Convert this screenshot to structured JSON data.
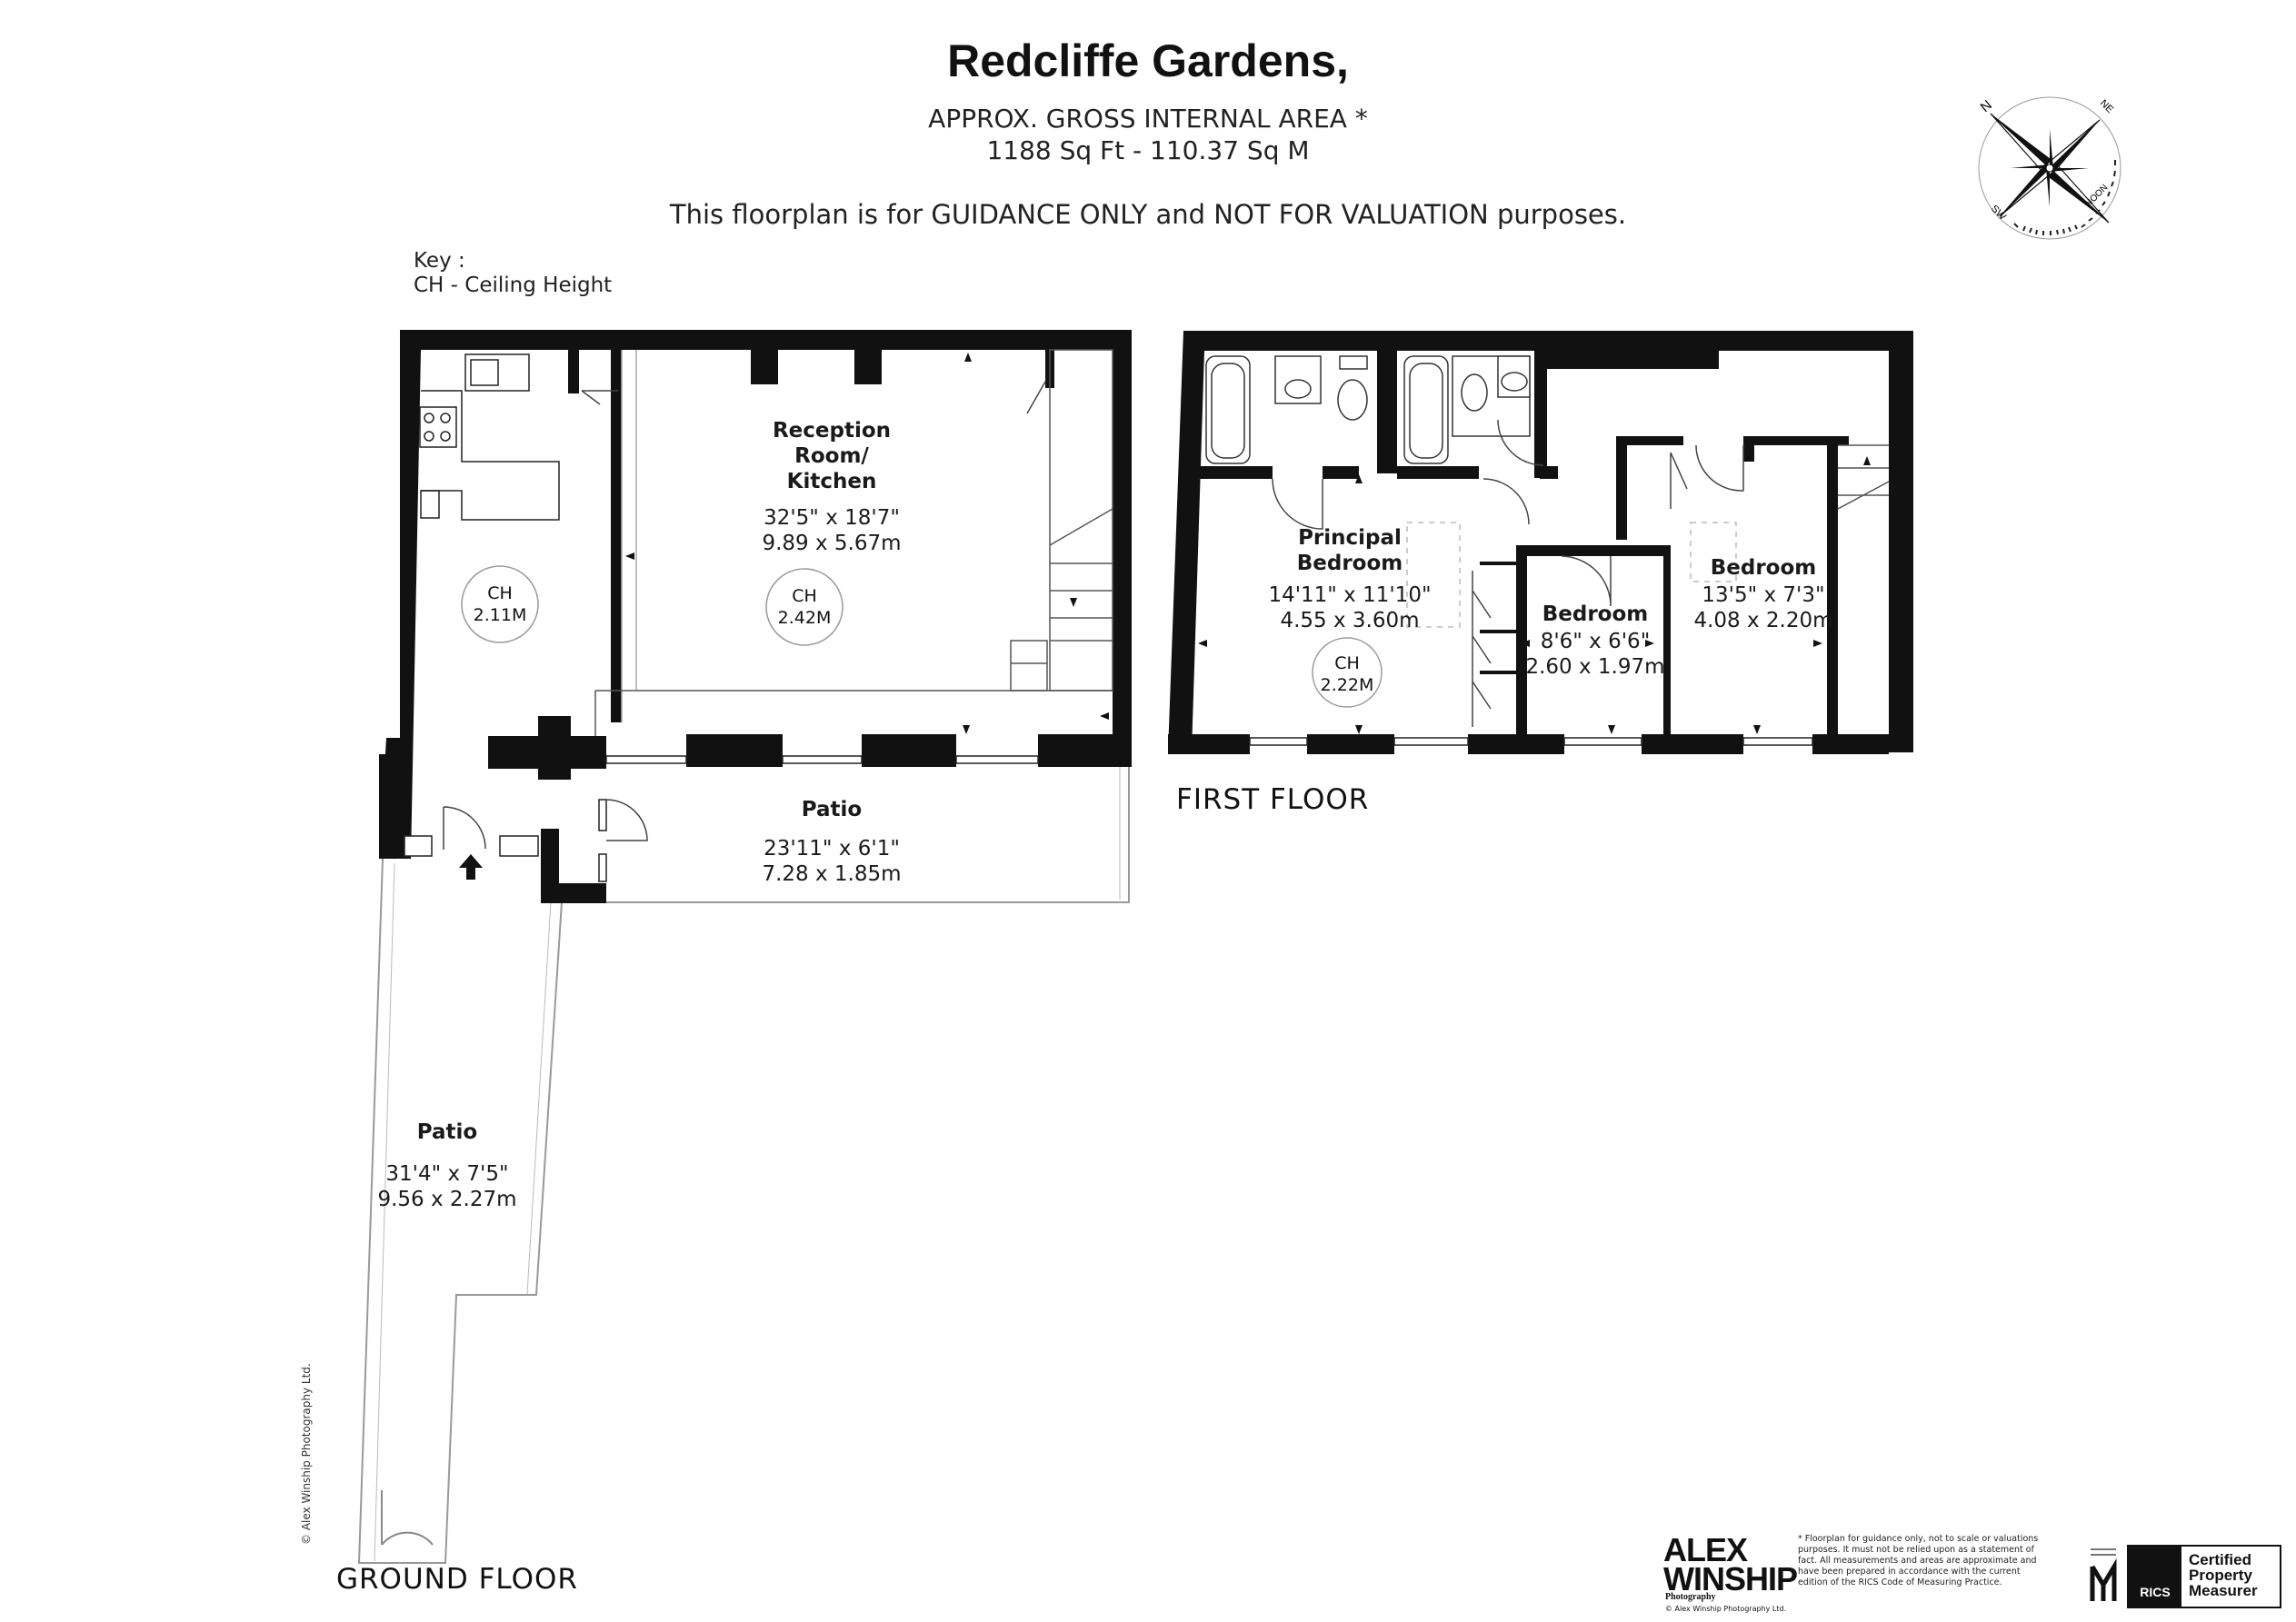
{
  "title": "Redcliffe Gardens,",
  "area": {
    "heading": "APPROX. GROSS INTERNAL  AREA *",
    "value": "1188 Sq Ft  -  110.37 Sq M"
  },
  "notice": "This floorplan is for GUIDANCE ONLY and NOT FOR VALUATION purposes.",
  "key": {
    "heading": "Key :",
    "item": "CH - Ceiling Height"
  },
  "ground_floor": {
    "label": "GROUND FLOOR",
    "reception": {
      "name_line1": "Reception",
      "name_line2": "Room/",
      "name_line3": "Kitchen",
      "imperial": "32'5\" x 18'7\"",
      "metric": "9.89 x 5.67m",
      "ch_label": "CH",
      "ch_value": "2.42M"
    },
    "kitchen_ch": {
      "label": "CH",
      "value": "2.11M"
    },
    "patio_front": {
      "name": "Patio",
      "imperial": "23'11\" x 6'1\"",
      "metric": "7.28 x 1.85m"
    },
    "patio_rear": {
      "name": "Patio",
      "imperial": "31'4\" x 7'5\"",
      "metric": "9.56 x 2.27m"
    }
  },
  "first_floor": {
    "label": "FIRST FLOOR",
    "principal": {
      "name_line1": "Principal",
      "name_line2": "Bedroom",
      "imperial": "14'11\" x 11'10\"",
      "metric": "4.55 x 3.60m",
      "ch_label": "CH",
      "ch_value": "2.22M"
    },
    "bedroom_small": {
      "name": "Bedroom",
      "imperial": "8'6\" x 6'6\"",
      "metric": "2.60 x 1.97m"
    },
    "bedroom_right": {
      "name": "Bedroom",
      "imperial": "13'5\" x 7'3\"",
      "metric": "4.08 x 2.20m"
    }
  },
  "compass": {
    "n": "N",
    "ne": "NE",
    "sw": "SW",
    "noon": "NOON"
  },
  "copyright": "© Alex Winship Photography Ltd.",
  "branding": {
    "logo_line1": "ALEX",
    "logo_line2": "WINSHIP",
    "logo_sub": "Photography",
    "logo_copy": "© Alex Winship Photography Ltd.",
    "disclaimer": "* Floorplan for guidance only, not to scale or valuations purposes. It must not be relied upon as a statement of fact. All measurements and areas are approximate and have been prepared in accordance with the current edition of the RICS Code of Measuring Practice.",
    "rics": "RICS",
    "certified_line1": "Certified",
    "certified_line2": "Property",
    "certified_line3": "Measurer"
  }
}
